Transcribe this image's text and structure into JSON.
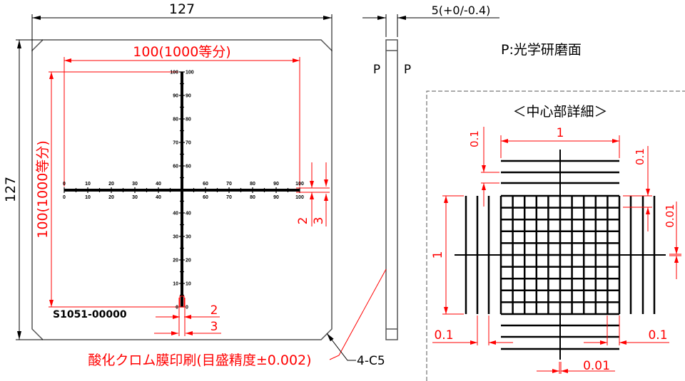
{
  "drawing": {
    "width_dim": "127",
    "height_dim": "127",
    "thickness_dim": "5(+0/-0.4)",
    "polish_note": "P:光学研磨面",
    "surface_mark_left": "P",
    "surface_mark_right": "P",
    "scale_h_dim": "100(1000等分)",
    "scale_v_dim": "100(1000等分)",
    "line_dim_2": "2",
    "line_dim_3": "3",
    "part_number": "S1051-00000",
    "print_note": "酸化クロム膜印刷(目盛精度±0.002)",
    "chamfer_note": "4-C5",
    "scale_labels": [
      "0",
      "10",
      "20",
      "30",
      "40",
      "60",
      "70",
      "80",
      "90",
      "100"
    ],
    "scale_labels_v": [
      "100",
      "90",
      "80",
      "70",
      "60",
      "40",
      "30",
      "20",
      "10",
      "0"
    ]
  },
  "detail": {
    "title": "＜中心部詳細＞",
    "dim_1_top": "1",
    "dim_1_left": "1",
    "dim_01_topleft": "0.1",
    "dim_01_topright": "0.1",
    "dim_001_right": "0.01",
    "dim_01_bottomleft": "0.1",
    "dim_01_bottomright": "0.1",
    "dim_001_bottom": "0.01"
  },
  "colors": {
    "dimension": "#ff0000",
    "outline": "#555555",
    "scale": "#000000"
  }
}
